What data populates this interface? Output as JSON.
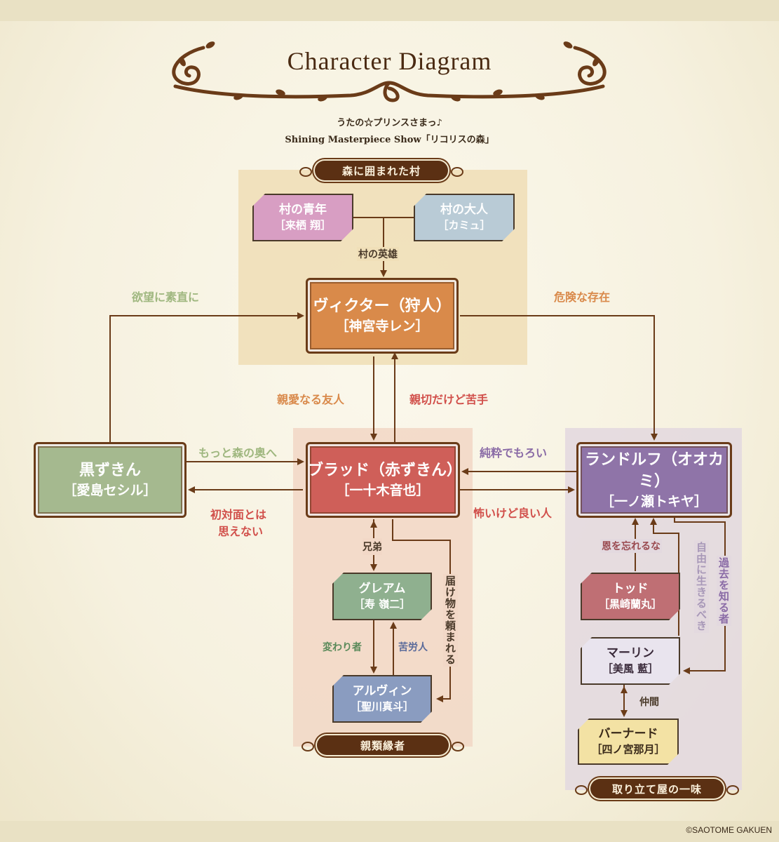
{
  "title": "Character Diagram",
  "subtitle_line1": "うたの☆プリンスさまっ♪",
  "subtitle_line2": "Shining Masterpiece Show「リコリスの森」",
  "copyright": "©SAOTOME GAKUEN",
  "groups": {
    "village": "森に囲まれた村",
    "kin": "親類縁者",
    "crew": "取り立て屋の一味"
  },
  "characters": {
    "youth": {
      "name": "村の青年",
      "actor": "［来栖 翔］"
    },
    "elder": {
      "name": "村の大人",
      "actor": "［カミュ］"
    },
    "victor": {
      "name": "ヴィクター（狩人）",
      "actor": "［神宮寺レン］"
    },
    "kurozukin": {
      "name": "黒ずきん",
      "actor": "［愛島セシル］"
    },
    "brad": {
      "name": "ブラッド（赤ずきん）",
      "actor": "［一十木音也］"
    },
    "randolph": {
      "name": "ランドルフ（オオカミ）",
      "actor": "［一ノ瀬トキヤ］"
    },
    "gream": {
      "name": "グレアム",
      "actor": "［寿 嶺二］"
    },
    "alvin": {
      "name": "アルヴィン",
      "actor": "［聖川真斗］"
    },
    "todd": {
      "name": "トッド",
      "actor": "［黒崎蘭丸］"
    },
    "merlin": {
      "name": "マーリン",
      "actor": "［美風 藍］"
    },
    "bernard": {
      "name": "バーナード",
      "actor": "［四ノ宮那月］"
    }
  },
  "relations": {
    "village_hero": "村の英雄",
    "honest_desire": "欲望に素直に",
    "dangerous": "危険な存在",
    "dear_friend": "親愛なる友人",
    "kind_but_hard": "親切だけど苦手",
    "deeper_forest": "もっと森の奥へ",
    "not_first_meeting_1": "初対面とは",
    "not_first_meeting_2": "思えない",
    "pure_fragile": "純粋でもろい",
    "scary_but_good": "怖いけど良い人",
    "brothers": "兄弟",
    "eccentric": "変わり者",
    "hard_worker": "苦労人",
    "delivery_request": "届け物を頼まれる",
    "remember_debt": "恩を忘れるな",
    "live_freely": "自由に生きるべき",
    "knows_past": "過去を知る者",
    "companions": "仲間"
  },
  "colors": {
    "brown": "#6a3b18",
    "orange_node": "#d98a4a",
    "green_node": "#a5b98f",
    "red_node": "#cf5f59",
    "purple_node": "#8f74a8",
    "label_green": "#9fb77f",
    "label_orange": "#d9894a",
    "label_red": "#d14f4a",
    "label_purple": "#8a6ba6"
  }
}
